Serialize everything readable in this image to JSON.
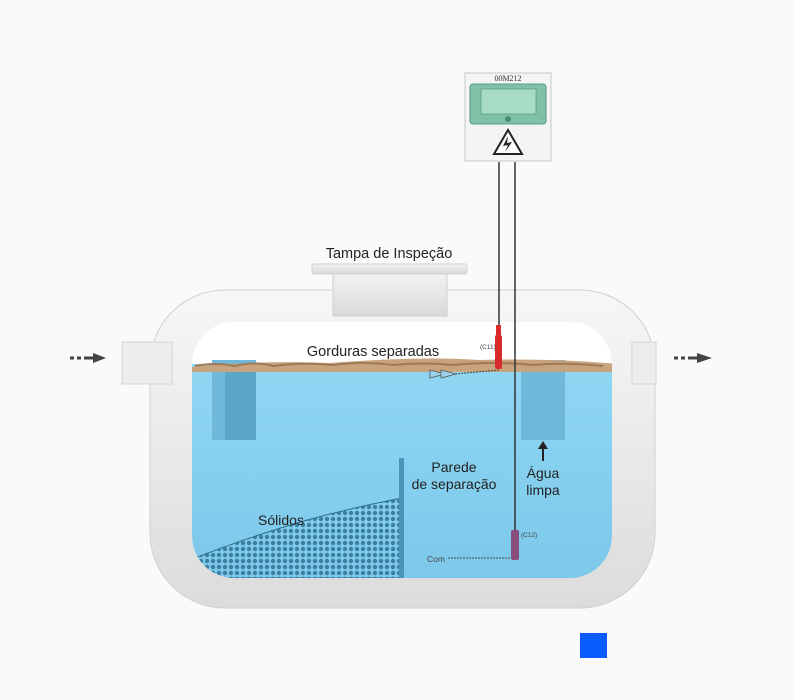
{
  "labels": {
    "cover": "Tampa de Inspeção",
    "grease": "Gorduras separadas",
    "wall_line1": "Parede",
    "wall_line2": "de separação",
    "clean_line1": "Água",
    "clean_line2": "limpa",
    "solids": "Sólidos",
    "com": "Com",
    "sensor_top": "(C11)",
    "sensor_bottom": "(C12)",
    "controller_model": "00M212"
  },
  "colors": {
    "water": "#86d0ef",
    "water_dark": "#4fa9cf",
    "tank_shell": "#ececec",
    "grease": "#c8a47e",
    "solids": "#2f6f8e",
    "controller_display": "#7fc0a6",
    "indicator": "#0a5cff"
  },
  "icons": {
    "warning": "high-voltage-warning-icon",
    "inlet": "inlet-arrow-icon",
    "outlet": "outlet-arrow-icon"
  }
}
